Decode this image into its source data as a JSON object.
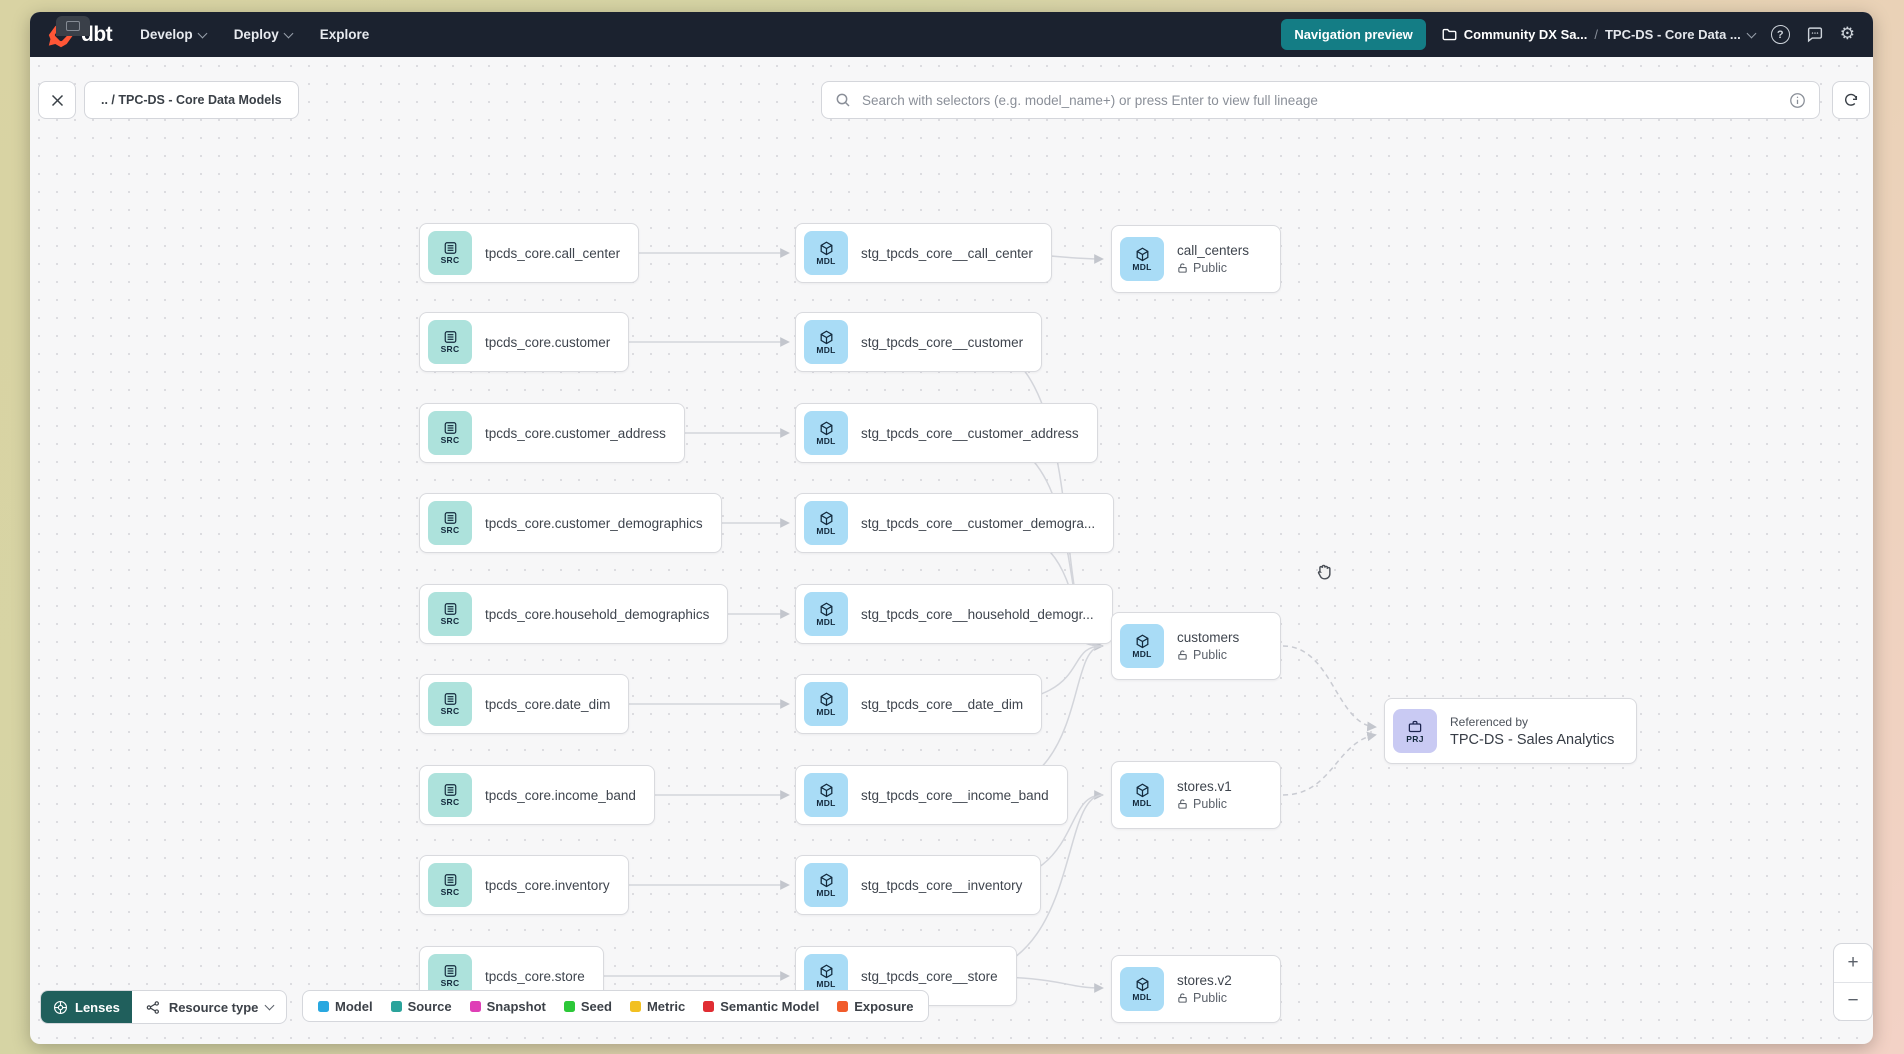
{
  "navbar": {
    "logo_text": "dbt",
    "menu_items": [
      "Develop",
      "Deploy",
      "Explore"
    ],
    "preview_badge": "Navigation preview",
    "account_name": "Community DX Sa...",
    "breadcrumb_separator": "/",
    "project_name": "TPC-DS - Core Data ...",
    "help_glyph": "?",
    "gear_glyph": "⚙"
  },
  "toolbar": {
    "breadcrumb_chip": ".. / TPC-DS - Core Data Models",
    "search_placeholder": "Search with selectors (e.g. model_name+) or press Enter to view full lineage"
  },
  "graph": {
    "badges": {
      "source": "SRC",
      "model": "MDL",
      "project": "PRJ"
    },
    "sources": [
      "tpcds_core.call_center",
      "tpcds_core.customer",
      "tpcds_core.customer_address",
      "tpcds_core.customer_demographics",
      "tpcds_core.household_demographics",
      "tpcds_core.date_dim",
      "tpcds_core.income_band",
      "tpcds_core.inventory",
      "tpcds_core.store"
    ],
    "staging_models": [
      "stg_tpcds_core__call_center",
      "stg_tpcds_core__customer",
      "stg_tpcds_core__customer_address",
      "stg_tpcds_core__customer_demogra...",
      "stg_tpcds_core__household_demogr...",
      "stg_tpcds_core__date_dim",
      "stg_tpcds_core__income_band",
      "stg_tpcds_core__inventory",
      "stg_tpcds_core__store"
    ],
    "public_models": [
      {
        "label": "call_centers",
        "access": "Public"
      },
      {
        "label": "customers",
        "access": "Public"
      },
      {
        "label": "stores.v1",
        "access": "Public"
      },
      {
        "label": "stores.v2",
        "access": "Public"
      }
    ],
    "project_node": {
      "caption": "Referenced by",
      "title": "TPC-DS - Sales Analytics"
    }
  },
  "legend": {
    "lenses_label": "Lenses",
    "resource_type_label": "Resource type",
    "items": [
      {
        "label": "Model",
        "color": "#29a8e0"
      },
      {
        "label": "Source",
        "color": "#2ba39b"
      },
      {
        "label": "Snapshot",
        "color": "#df3fb6"
      },
      {
        "label": "Seed",
        "color": "#2cc838"
      },
      {
        "label": "Metric",
        "color": "#f2c021"
      },
      {
        "label": "Semantic Model",
        "color": "#e02d33"
      },
      {
        "label": "Exposure",
        "color": "#f15b2b"
      }
    ]
  },
  "zoom_controls": {
    "zoom_in": "+",
    "zoom_out": "−"
  }
}
